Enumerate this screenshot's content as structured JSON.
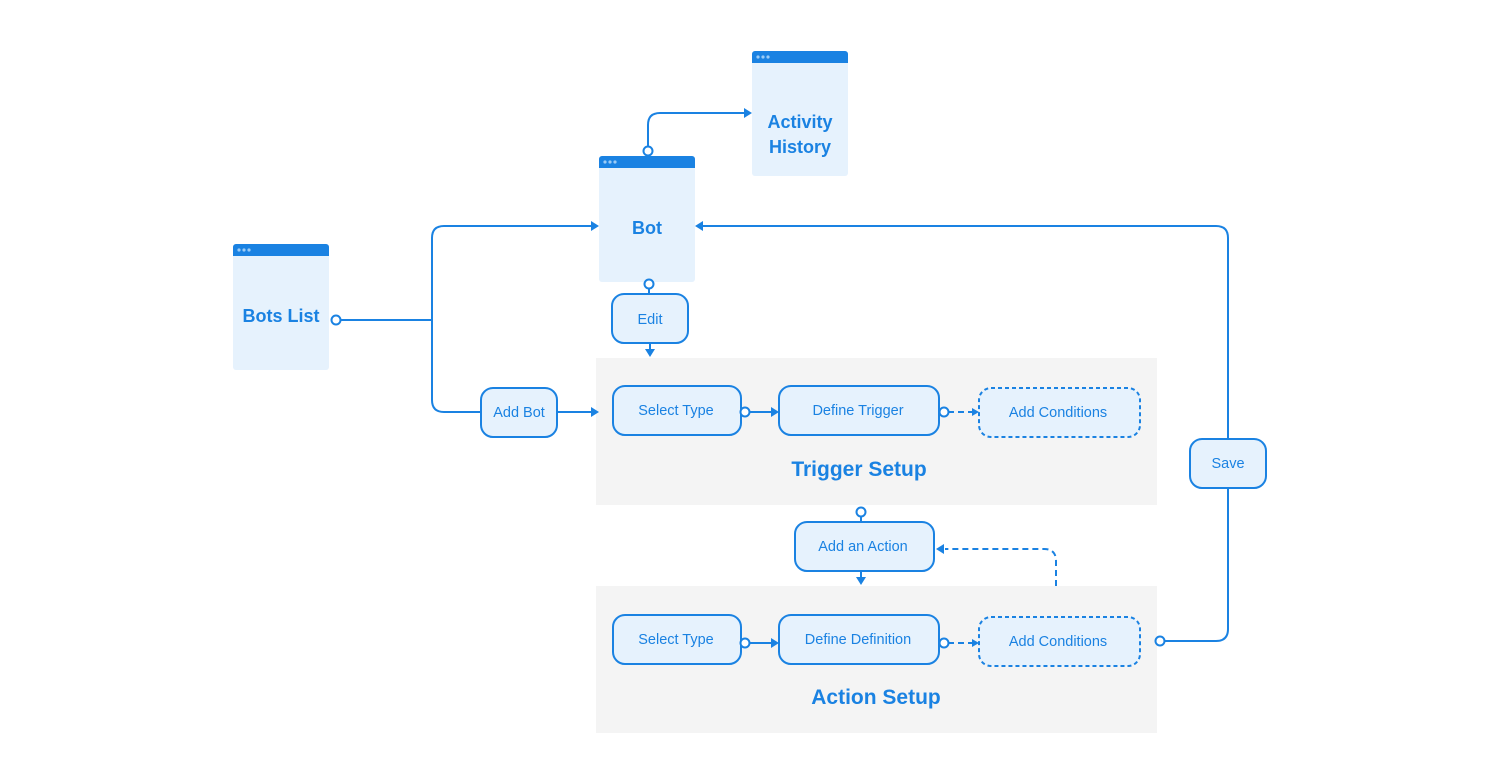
{
  "windows": {
    "bots_list": "Bots List",
    "bot": "Bot",
    "activity_history_line1": "Activity",
    "activity_history_line2": "History"
  },
  "pills": {
    "edit": "Edit",
    "add_bot": "Add Bot",
    "save": "Save",
    "add_action": "Add an Action"
  },
  "trigger_setup": {
    "title": "Trigger Setup",
    "select_type": "Select Type",
    "define": "Define Trigger",
    "add_conditions": "Add Conditions"
  },
  "action_setup": {
    "title": "Action Setup",
    "select_type": "Select Type",
    "define": "Define Definition",
    "add_conditions": "Add Conditions"
  },
  "colors": {
    "accent": "#1a82e2",
    "node_fill": "#e6f2fd",
    "group_fill": "#f4f4f4"
  }
}
